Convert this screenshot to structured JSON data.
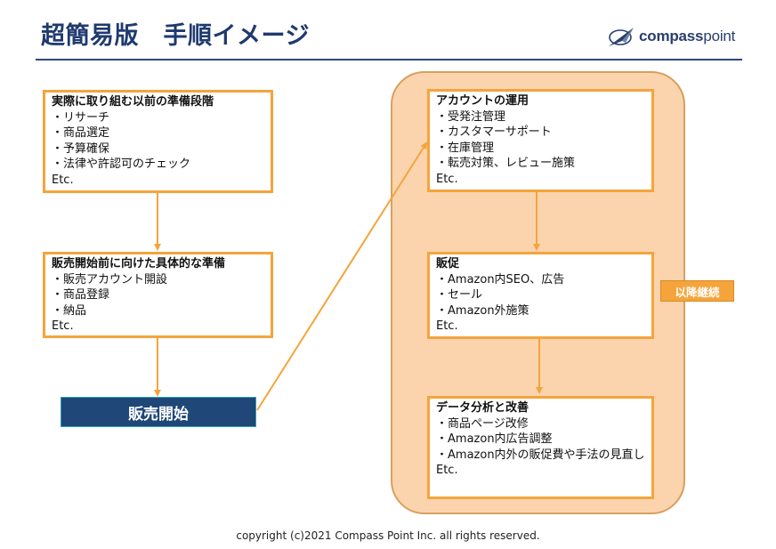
{
  "header": {
    "title": "超簡易版　手順イメージ",
    "logo": {
      "text_bold": "compass",
      "text_light": "point",
      "icon": "compass-arrow-icon"
    }
  },
  "left_flow": {
    "steps": [
      {
        "title": "実際に取り組む以前の準備段階",
        "items": [
          "リサーチ",
          "商品選定",
          "予算確保",
          "法律や許認可のチェック"
        ],
        "etc": "Etc."
      },
      {
        "title": "販売開始前に向けた具体的な準備",
        "items": [
          "販売アカウント開設",
          "商品登録",
          "納品"
        ],
        "etc": "Etc."
      }
    ],
    "start": "販売開始"
  },
  "right_flow": {
    "steps": [
      {
        "title": "アカウントの運用",
        "items": [
          "受発注管理",
          "カスタマーサポート",
          "在庫管理",
          "転売対策、レビュー施策"
        ],
        "etc": "Etc."
      },
      {
        "title": "販促",
        "items": [
          "Amazon内SEO、広告",
          "セール",
          "Amazon外施策"
        ],
        "etc": "Etc."
      },
      {
        "title": "データ分析と改善",
        "items": [
          "商品ページ改修",
          "Amazon内広告調整",
          "Amazon内外の販促費や手法の見直し"
        ],
        "etc": "Etc."
      }
    ],
    "continue_label": "以降継続"
  },
  "footer": {
    "copyright": "copyright (c)2021 Compass Point Inc. all rights reserved."
  },
  "colors": {
    "title": "#1f3a6e",
    "box_border": "#f5a43c",
    "panel_fill": "#fbd4ae",
    "start_fill": "#1f4778",
    "arrow": "#f5a43c"
  }
}
